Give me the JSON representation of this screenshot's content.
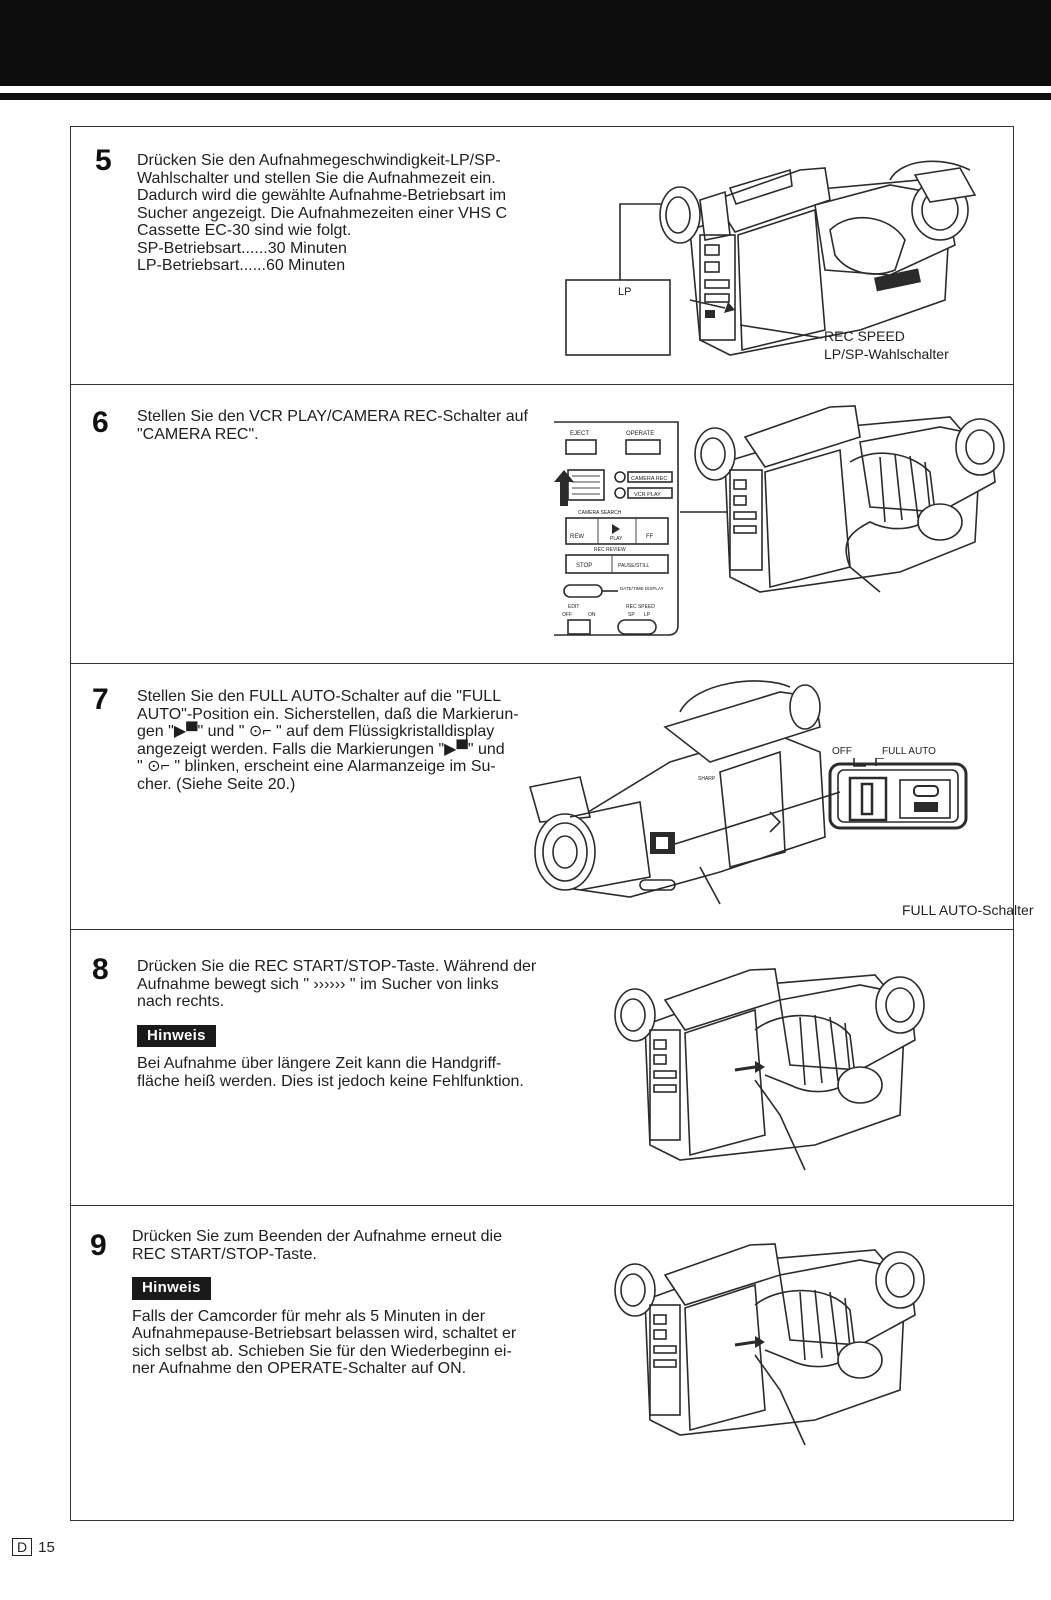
{
  "header": {
    "bar_color": "#0c0c0c"
  },
  "steps": [
    {
      "number": "5",
      "lines": [
        "Drücken Sie den Aufnahmegeschwindigkeit-LP/SP-",
        "Wahlschalter und stellen Sie die Aufnahmezeit ein.",
        "Dadurch wird die gewählte Aufnahme-Betriebsart im",
        "Sucher angezeigt. Die Aufnahmezeiten einer VHS C",
        "Cassette EC-30 sind wie folgt.",
        "SP-Betriebsart......30 Minuten",
        "LP-Betriebsart......60 Minuten"
      ],
      "figure": {
        "display_text": "LP",
        "callout_1": "REC SPEED",
        "callout_2": "LP/SP-Wahlschalter"
      }
    },
    {
      "number": "6",
      "lines": [
        "Stellen Sie den VCR PLAY/CAMERA REC-Schalter auf",
        "\"CAMERA REC\"."
      ],
      "figure": {
        "panel": {
          "eject": "EJECT",
          "operate": "OPERATE",
          "camera_rec": "CAMERA REC",
          "vcr_play": "VCR PLAY",
          "camera_search": "CAMERA SEARCH",
          "rew": "REW",
          "play": "PLAY",
          "ff": "FF",
          "rec_review": "REC REVIEW",
          "stop": "STOP",
          "pause_still": "PAUSE/STILL",
          "date_time": "DATE/TIME DISPLAY",
          "edit": "EDIT",
          "off": "OFF",
          "on": "ON",
          "rec_speed": "REC SPEED",
          "sp": "SP",
          "lp": "LP"
        }
      }
    },
    {
      "number": "7",
      "lines": [
        "Stellen Sie den FULL AUTO-Schalter auf die \"FULL",
        "AUTO\"-Position ein. Sicherstellen, daß die Markierun-",
        "gen \"▶▀\" und \" ⊙⌐ \" auf dem Flüssigkristalldisplay",
        "angezeigt werden. Falls die Markierungen \"▶▀\" und",
        "\" ⊙⌐ \" blinken, erscheint eine Alarmanzeige im Su-",
        "cher. (Siehe Seite 20.)"
      ],
      "figure": {
        "off_label": "OFF",
        "full_auto_label": "FULL AUTO",
        "callout": "FULL AUTO-Schalter",
        "brand": "SHARP"
      }
    },
    {
      "number": "8",
      "lines": [
        "Drücken Sie die REC START/STOP-Taste. Während der",
        "Aufnahme bewegt sich \" ›››››› \" im Sucher von links",
        "nach rechts."
      ],
      "note_label": "Hinweis",
      "note_lines": [
        "Bei Aufnahme über längere Zeit kann die Handgriff-",
        "fläche heiß werden. Dies ist jedoch keine Fehlfunktion."
      ]
    },
    {
      "number": "9",
      "lines": [
        "Drücken Sie zum Beenden der Aufnahme erneut die",
        "REC START/STOP-Taste."
      ],
      "note_label": "Hinweis",
      "note_lines": [
        "Falls der Camcorder für mehr als 5 Minuten in der",
        "Aufnahmepause-Betriebsart belassen wird, schaltet er",
        "sich selbst ab. Schieben Sie für den Wiederbeginn ei-",
        "ner Aufnahme den OPERATE-Schalter auf ON."
      ]
    }
  ],
  "footer": {
    "lang_box": "D",
    "page": "15"
  }
}
